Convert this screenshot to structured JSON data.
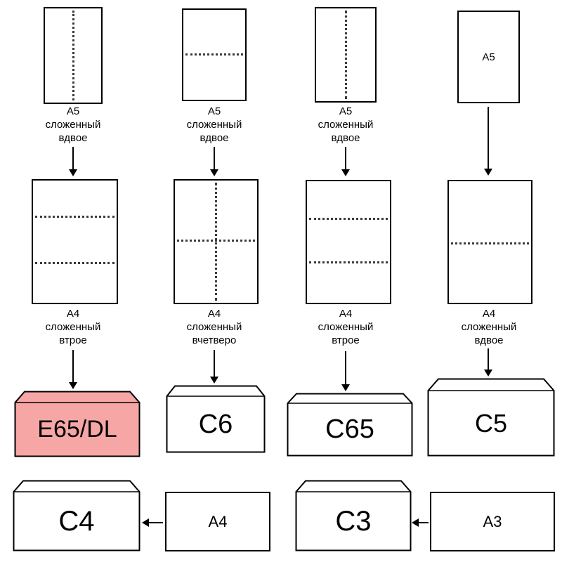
{
  "diagram": {
    "columns": [
      {
        "top_caption": [
          "A5",
          "сложенный",
          "вдвое"
        ],
        "mid_caption": [
          "A4",
          "сложенный",
          "втрое"
        ],
        "envelope": "E65/DL"
      },
      {
        "top_caption": [
          "A5",
          "сложенный",
          "вдвое"
        ],
        "mid_caption": [
          "A4",
          "сложенный",
          "вчетверо"
        ],
        "envelope": "C6"
      },
      {
        "top_caption": [
          "A5",
          "сложенный",
          "вдвое"
        ],
        "mid_caption": [
          "A4",
          "сложенный",
          "втрое"
        ],
        "envelope": "C65"
      },
      {
        "top_sheet_label": "A5",
        "mid_caption": [
          "A4",
          "сложенный",
          "вдвое"
        ],
        "envelope": "C5"
      }
    ],
    "bottom_pairs": [
      {
        "envelope": "C4",
        "sheet": "A4"
      },
      {
        "envelope": "C3",
        "sheet": "A3"
      }
    ],
    "colors": {
      "highlight_fill": "#f7a6a6",
      "envelope_fill": "#ffffff",
      "outline": "#000000"
    }
  }
}
